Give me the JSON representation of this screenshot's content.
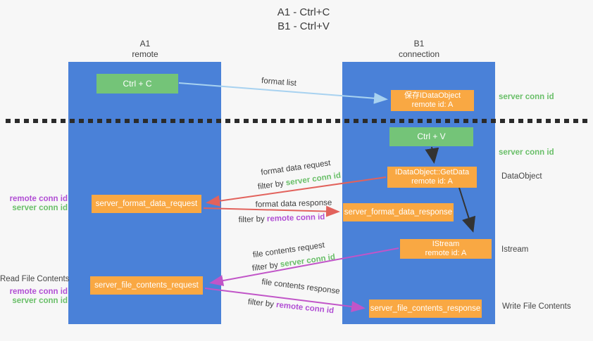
{
  "title": {
    "line1": "A1 - Ctrl+C",
    "line2": "B1 - Ctrl+V"
  },
  "lanes": {
    "a1": {
      "title": "A1",
      "subtitle": "remote"
    },
    "b1": {
      "title": "B1",
      "subtitle": "connection"
    }
  },
  "nodes": {
    "ctrl_c": {
      "label": "Ctrl + C"
    },
    "save_dataobject": {
      "line1": "保存IDataObject",
      "line2": "remote id: A"
    },
    "ctrl_v": {
      "label": "Ctrl + V"
    },
    "getdata": {
      "line1": "IDataObject::GetData",
      "line2": "remote id: A"
    },
    "format_request": {
      "label": "server_format_data_request"
    },
    "format_response": {
      "label": "server_format_data_response"
    },
    "istream": {
      "line1": "IStream",
      "line2": "remote id: A"
    },
    "file_request": {
      "label": "server_file_contents_request"
    },
    "file_response": {
      "label": "server_file_contents_response"
    }
  },
  "edge_labels": {
    "format_list": "format list",
    "format_data_request": "format data request",
    "format_data_response": "format data response",
    "file_contents_request": "file contents request",
    "file_contents_response": "file contents response",
    "filter_by": "filter by",
    "server_conn_id": "server conn id",
    "remote_conn_id": "remote conn id"
  },
  "annotations": {
    "left": {
      "read_file_contents": "Read File Contents",
      "remote_conn_id": "remote conn id",
      "server_conn_id": "server conn id"
    },
    "right": {
      "server_conn_id_top": "server conn id",
      "server_conn_id_mid": "server conn id",
      "dataobject": "DataObject",
      "istream": "Istream",
      "write_file_contents": "Write File Contents"
    }
  },
  "colors": {
    "lane_blue": "#4a81d8",
    "green_box": "#74c478",
    "orange_box": "#f9a843",
    "red_arrow": "#e2625c",
    "magenta_arrow": "#c155c8",
    "light_blue_arrow": "#a8d2f0",
    "black_arrow": "#333333",
    "green_text": "#6abf69",
    "purple_text": "#b14fd4"
  }
}
